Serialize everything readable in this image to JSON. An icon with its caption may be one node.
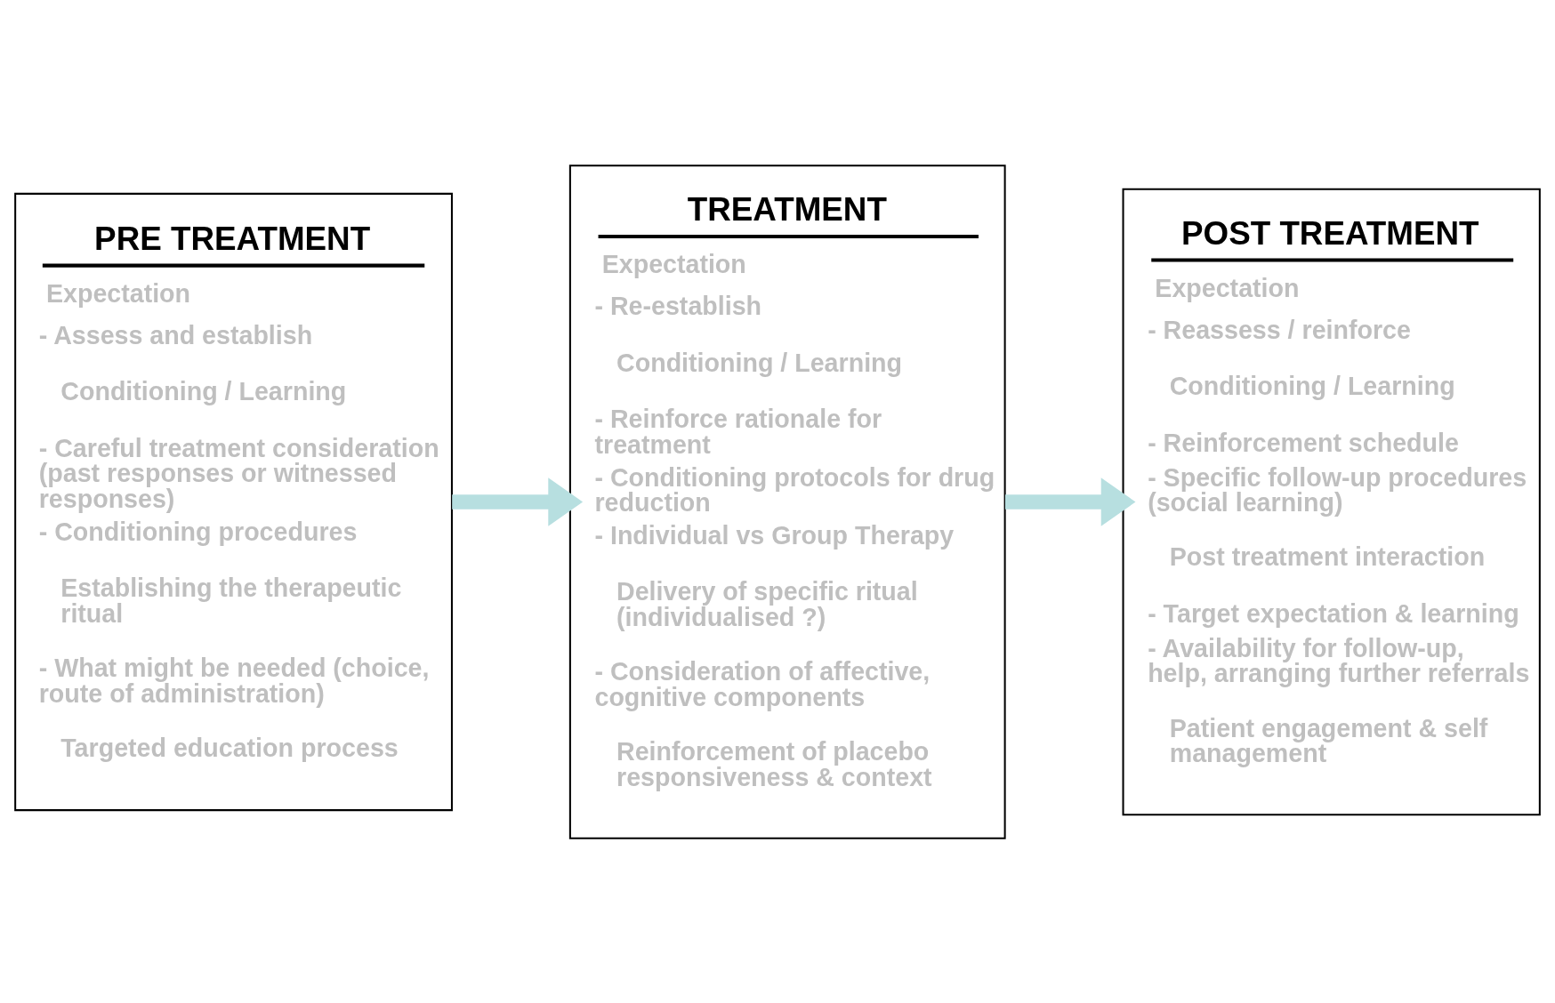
{
  "diagram": {
    "nodes": [
      {
        "text": [
          "PRE TREATMENT",
          "Expectation",
          "- Assess and establish",
          "Conditioning / Learning",
          "- Careful treatment consideration (past responses or witnessed responses)",
          "- Conditioning procedures",
          "Establishing the therapeutic ritual",
          "- What might be needed (choice, route of administration)",
          "Targeted education process"
        ]
      },
      {
        "text": [
          "TREATMENT",
          "Expectation",
          "- Re-establish",
          "Conditioning / Learning",
          "- Reinforce rationale for treatment",
          "- Conditioning protocols for drug reduction",
          "- Individual vs Group Therapy",
          "Delivery of specific ritual (individualised ?)",
          "- Consideration of affective, cognitive components",
          "Reinforcement of placebo responsiveness & context"
        ]
      },
      {
        "text": [
          "POST TREATMENT",
          "Expectation",
          "- Reassess / reinforce",
          "Conditioning / Learning",
          "- Reinforcement schedule",
          "- Specific follow-up procedures (social learning)",
          "Post treatment interaction",
          "- Target expectation & learning",
          "- Availability for follow-up, help, arranging further referrals",
          "Patient engagement & self management"
        ]
      }
    ],
    "edges": [
      {
        "from": 0,
        "to": 1,
        "arrow": "to"
      },
      {
        "from": 1,
        "to": 2,
        "arrow": "to"
      }
    ]
  }
}
